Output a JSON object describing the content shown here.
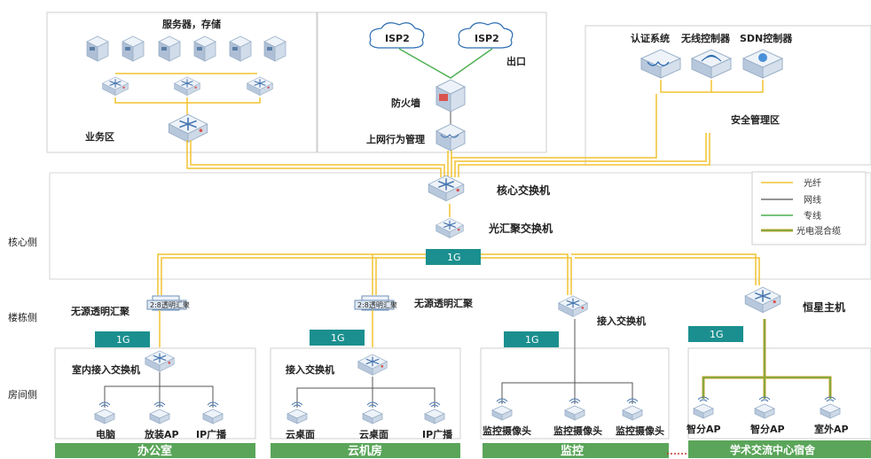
{
  "zones": {
    "business": "业务区",
    "servers": "服务器，存储",
    "exit": "出口",
    "isp1": "ISP2",
    "isp2": "ISP2",
    "firewall": "防火墙",
    "behavior": "上网行为管理",
    "security_zone": "安全管理区",
    "auth": "认证系统",
    "wlc": "无线控制器",
    "sdn": "SDN控制器"
  },
  "core": {
    "core_switch": "核心交换机",
    "opt_agg": "光汇聚交换机",
    "uplink": "1G"
  },
  "sides": {
    "core": "核心侧",
    "building": "楼栋侧",
    "room": "房间侧"
  },
  "legend": {
    "fiber": "光纤",
    "cable": "网线",
    "dedicated": "专线",
    "hybrid": "光电混合缆",
    "colors": {
      "fiber": "#f2c230",
      "cable": "#555555",
      "dedicated": "#4caf50",
      "hybrid": "#c9a227"
    }
  },
  "branches": [
    {
      "agg": "无源透明汇聚",
      "agg_box": "2:8透明汇聚",
      "speed": "1G",
      "access": "室内接入交换机",
      "devices": [
        "电脑",
        "放装AP",
        "IP广播"
      ],
      "room": "办公室"
    },
    {
      "agg": "无源透明汇聚",
      "agg_box": "2:8透明汇聚",
      "speed": "1G",
      "access": "接入交换机",
      "devices": [
        "云桌面",
        "云桌面",
        "IP广播"
      ],
      "room": "云机房"
    },
    {
      "agg": "接入交换机",
      "speed": "1G",
      "devices": [
        "监控摄像头",
        "监控摄像头",
        "监控摄像头"
      ],
      "room": "监控"
    },
    {
      "agg": "恒星主机",
      "speed": "1G",
      "devices": [
        "智分AP",
        "智分AP",
        "室外AP"
      ],
      "room": "学术交流中心宿舍"
    }
  ],
  "colors": {
    "room_bar": "#5aa55a",
    "speed_tag": "#1b8f8f",
    "fiber": "#f2c230",
    "cable": "#555555",
    "dedicated": "#4caf50"
  }
}
